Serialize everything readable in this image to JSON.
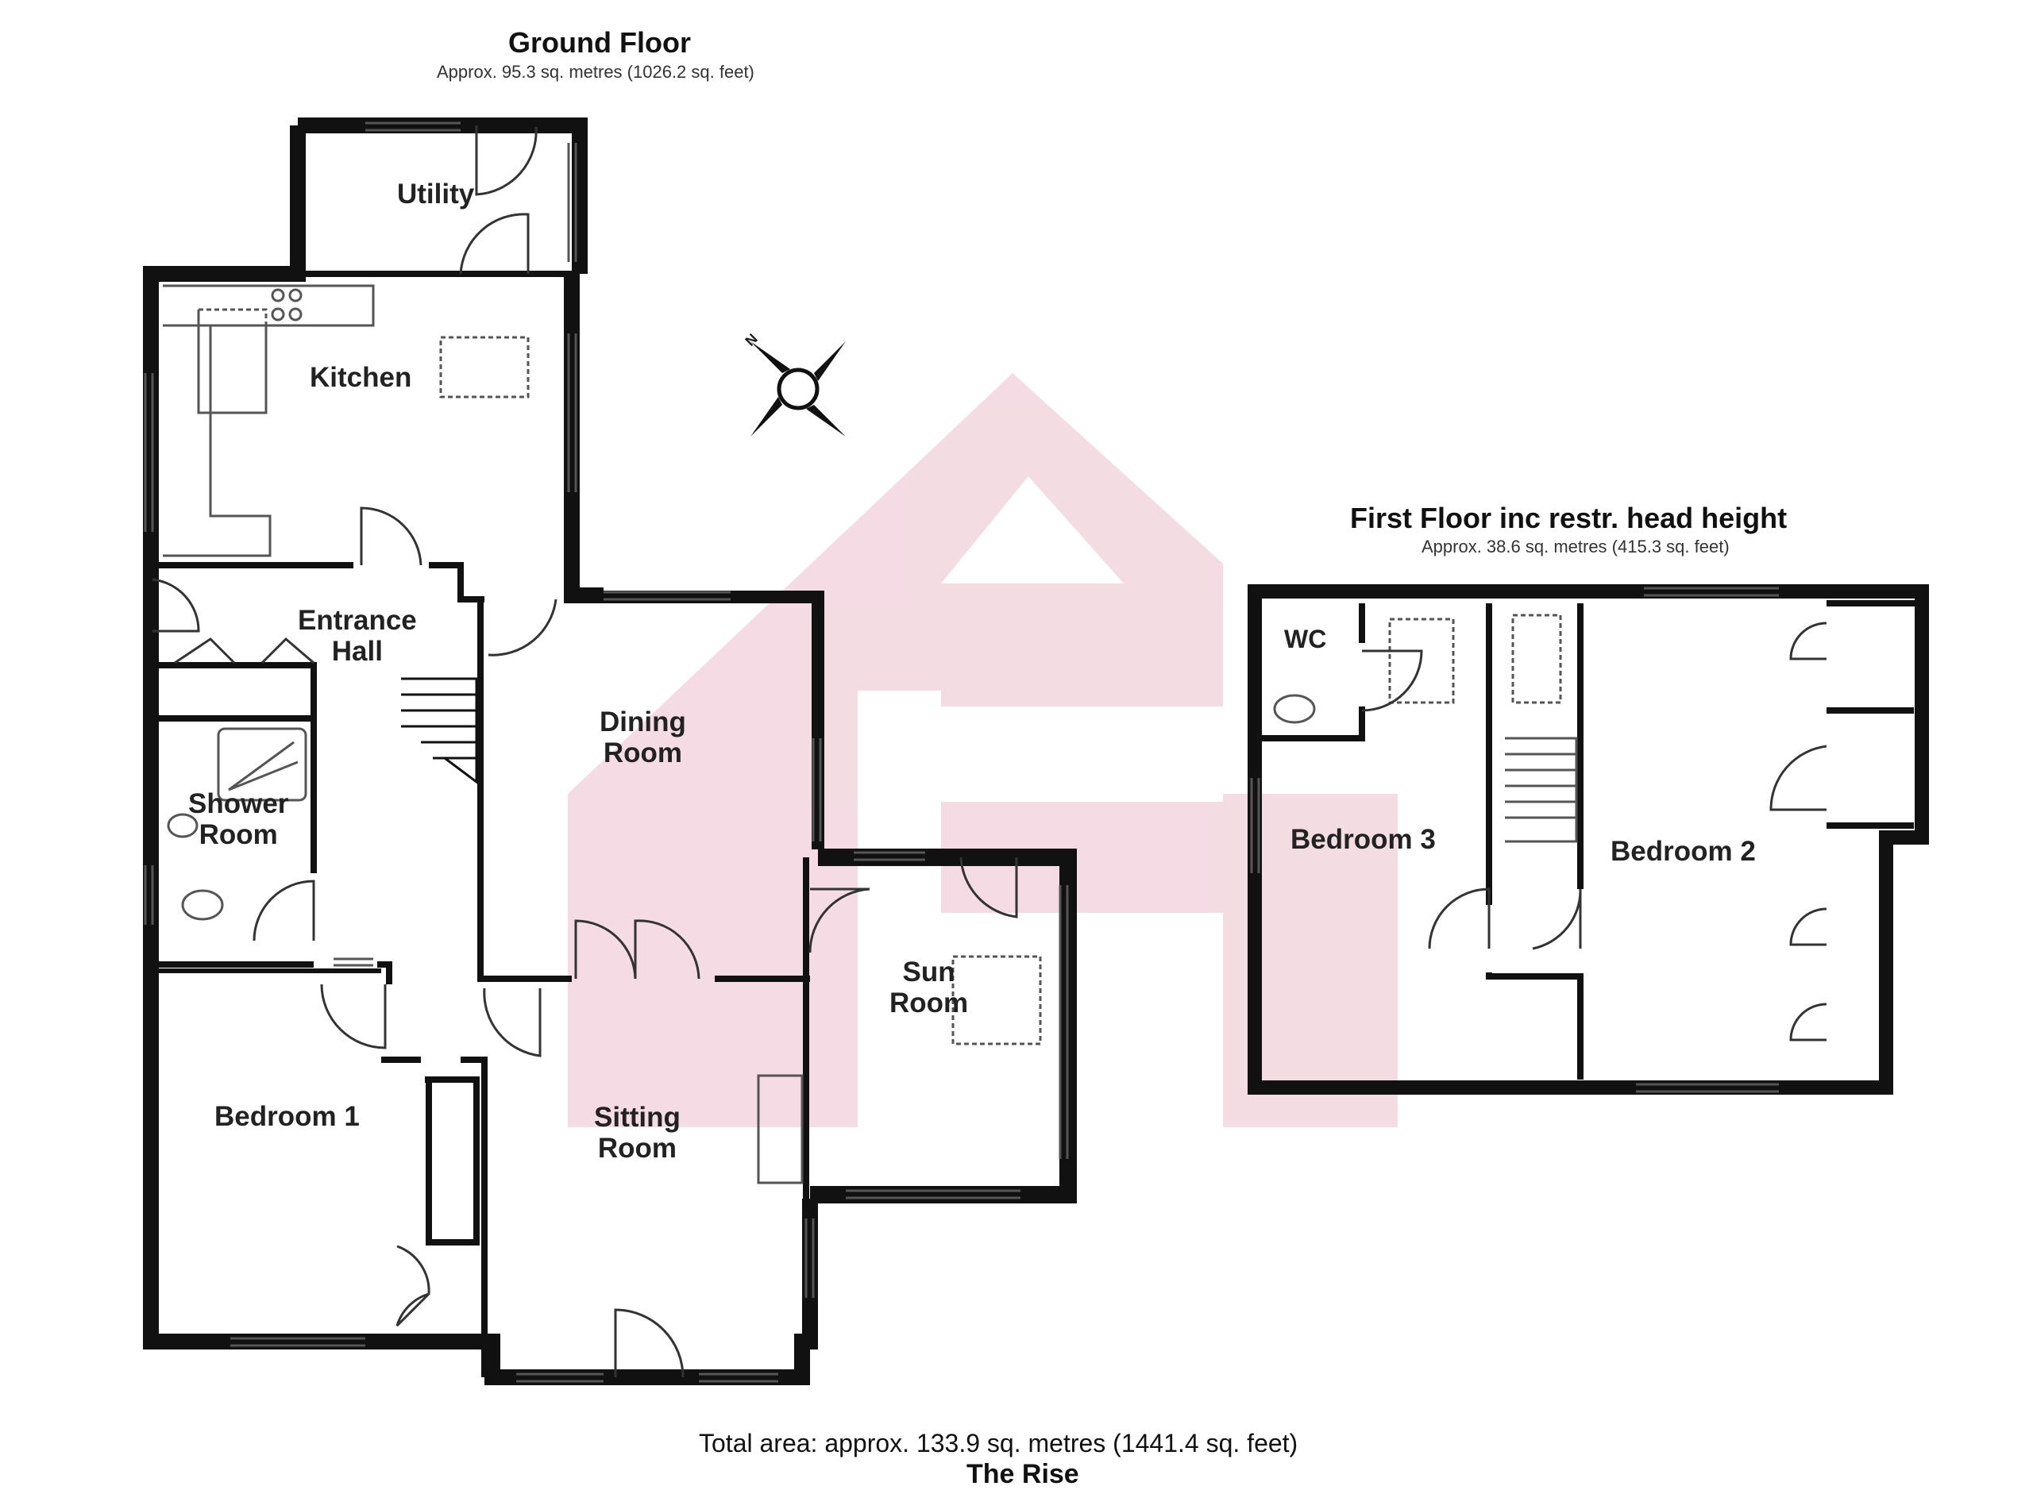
{
  "ground_floor": {
    "title": "Ground Floor",
    "area": "Approx. 95.3 sq. metres (1026.2 sq. feet)",
    "rooms": {
      "utility": "Utility",
      "kitchen": "Kitchen",
      "entrance_hall": "Entrance\nHall",
      "shower_room": "Shower\nRoom",
      "dining_room": "Dining\nRoom",
      "sun_room": "Sun\nRoom",
      "bedroom_1": "Bedroom 1",
      "sitting_room": "Sitting\nRoom"
    }
  },
  "first_floor": {
    "title": "First Floor inc restr. head height",
    "area": "Approx. 38.6 sq. metres (415.3 sq. feet)",
    "rooms": {
      "wc": "WC",
      "bedroom_3": "Bedroom 3",
      "bedroom_2": "Bedroom 2"
    }
  },
  "compass": {
    "label": "N"
  },
  "footer": {
    "total_area": "Total area: approx. 133.9 sq. metres (1441.4 sq. feet)",
    "property_name": "The Rise"
  },
  "colors": {
    "wall": "#111111",
    "watermark": "#f3d6df",
    "line": "#555555"
  }
}
